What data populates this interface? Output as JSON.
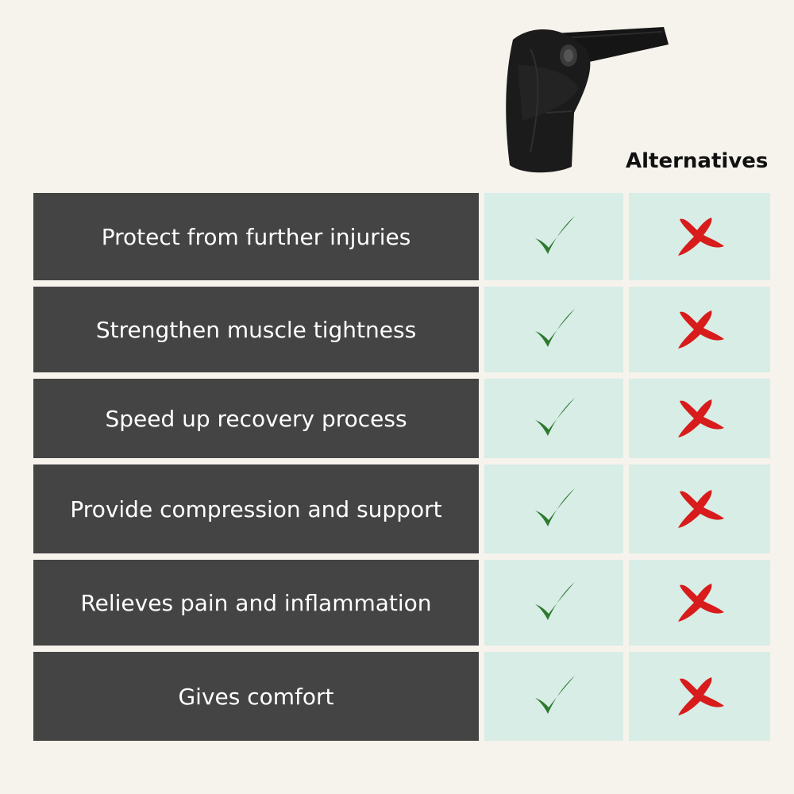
{
  "header": {
    "alternatives_label": "Alternatives"
  },
  "product_image": {
    "icon": "shoulder-brace-icon"
  },
  "rows": [
    {
      "label": "Protect from further injuries",
      "product": "check",
      "alternatives": "cross"
    },
    {
      "label": "Strengthen muscle tightness",
      "product": "check",
      "alternatives": "cross"
    },
    {
      "label": "Speed up recovery process",
      "product": "check",
      "alternatives": "cross"
    },
    {
      "label": "Provide compression and support",
      "product": "check",
      "alternatives": "cross"
    },
    {
      "label": "Relieves pain and inflammation",
      "product": "check",
      "alternatives": "cross"
    },
    {
      "label": "Gives comfort",
      "product": "check",
      "alternatives": "cross"
    }
  ],
  "colors": {
    "background": "#f6f2ec",
    "feature_cell": "#444444",
    "mark_cell": "#d7ede6",
    "check": "#2e7a2e",
    "cross": "#d81b1b"
  }
}
